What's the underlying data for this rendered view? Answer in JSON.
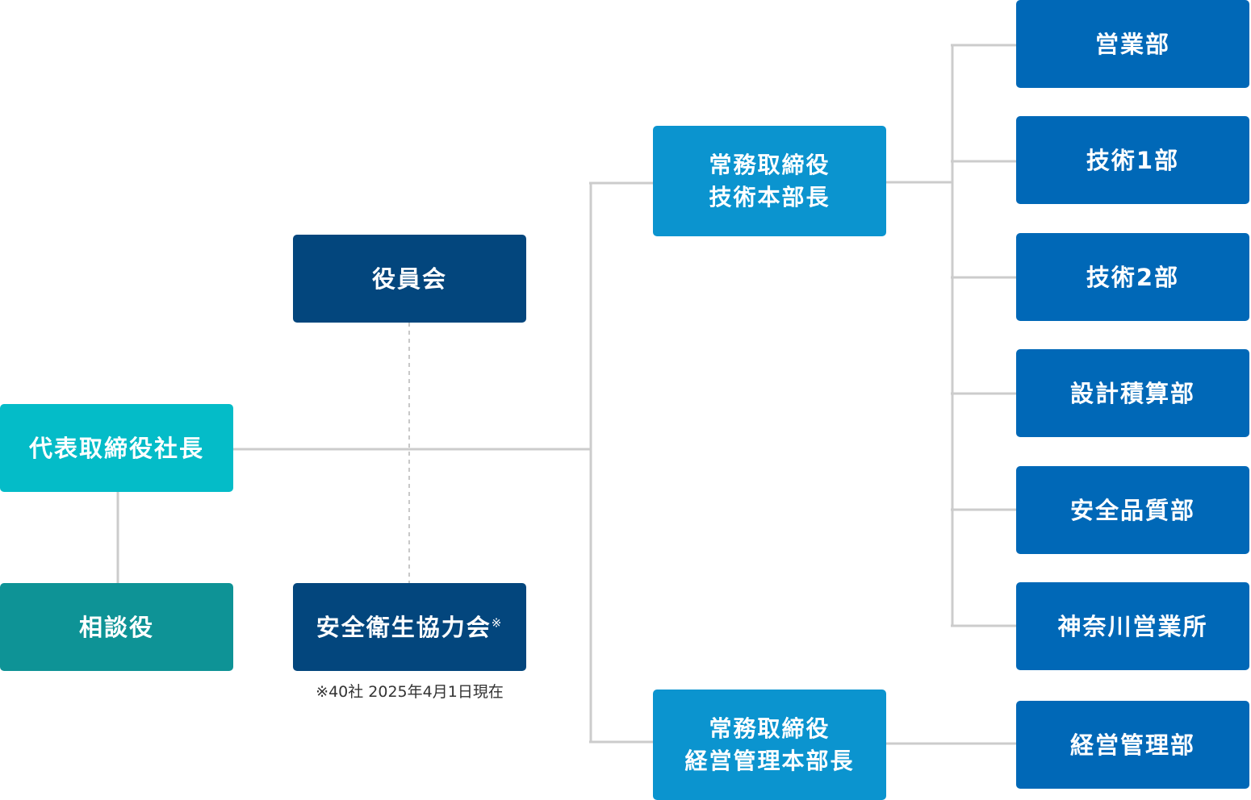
{
  "president": {
    "label": "代表取締役社長"
  },
  "advisor": {
    "label": "相談役"
  },
  "board": {
    "label": "役員会"
  },
  "safety_council": {
    "label": "安全衛生協力会",
    "mark": "※"
  },
  "note": "※40社 2025年4月1日現在",
  "exec_tech": {
    "line1": "常務取締役",
    "line2": "技術本部長"
  },
  "exec_mgmt": {
    "line1": "常務取締役",
    "line2": "経営管理本部長"
  },
  "departments": [
    {
      "label": "営業部"
    },
    {
      "label": "技術1部"
    },
    {
      "label": "技術2部"
    },
    {
      "label": "設計積算部"
    },
    {
      "label": "安全品質部"
    },
    {
      "label": "神奈川営業所"
    },
    {
      "label": "経営管理部"
    }
  ],
  "colors": {
    "president": "#04bcc8",
    "advisor": "#0e9396",
    "board": "#03467d",
    "executive": "#0b94cf",
    "department": "#0068b7",
    "connector": "#cccccc"
  }
}
